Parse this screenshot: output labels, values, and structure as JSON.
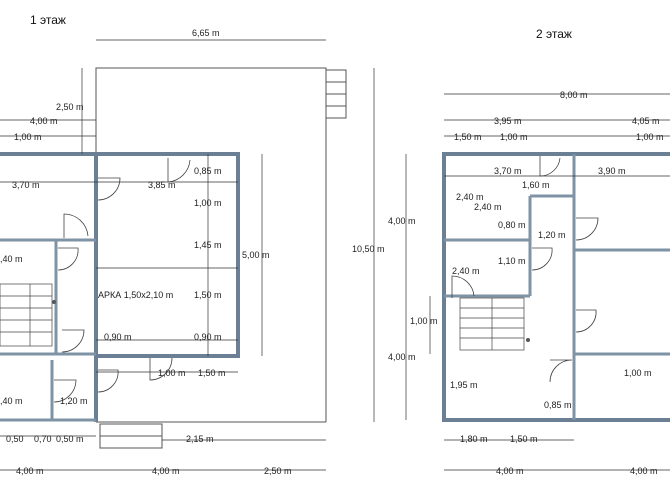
{
  "floor1": {
    "title": "1 этаж",
    "labels": [
      "6,65 m",
      "2,50 m",
      "4,00 m",
      "1,00 m",
      "3,70 m",
      "3,85 m",
      "0,85 m",
      "1,00 m",
      "1,45 m",
      "5,00 m",
      "10,50 m",
      "1,50 m",
      "АРКА 1,50х2,10 m",
      "0,90 m",
      "0,90 m",
      "1,00 m",
      "1,50 m",
      "1,20 m",
      "2,15 m",
      "4,00 m",
      "4,00 m",
      "2,50 m",
      ",40 m",
      ",40 m",
      "0,50",
      "0,70",
      "0,50 m"
    ]
  },
  "floor2": {
    "title": "2 этаж",
    "labels": [
      "8,00 m",
      "3,95 m",
      "4,05 m",
      "1,50 m",
      "1,00 m",
      "1,00 m",
      "3,70 m",
      "3,90 m",
      "1,60 m",
      "2,40 m",
      "2,40 m",
      "0,80 m",
      "1,20 m",
      "4,00 m",
      "1,10 m",
      "2,40 m",
      "1,00 m",
      "4,00 m",
      "1,95 m",
      "1,00 m",
      "0,85 m",
      "1,80 m",
      "1,50 m",
      "4,00 m",
      "4,00 m"
    ]
  }
}
